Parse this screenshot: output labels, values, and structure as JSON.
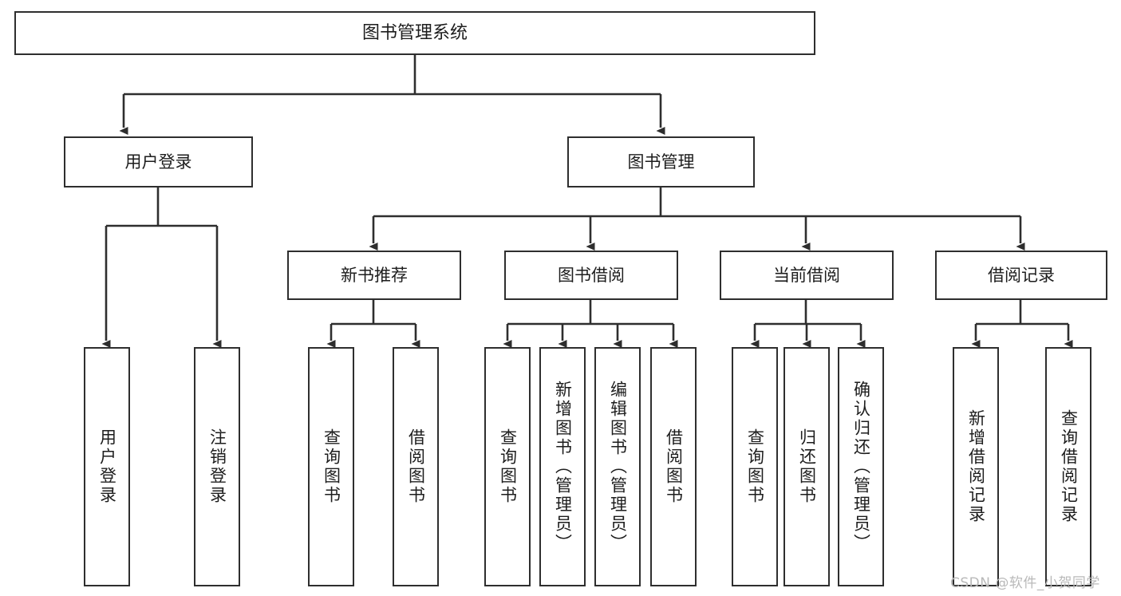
{
  "diagram": {
    "title": "图书管理系统",
    "type": "tree-hierarchy-chart",
    "watermark": "CSDN @软件_小贺同学",
    "colors": {
      "border": "#2e2e2e",
      "fill": "#ffffff",
      "text": "#1d1d1d",
      "watermark": "#b9b9b9"
    },
    "levels": {
      "root": {
        "label": "图书管理系统"
      },
      "level2": [
        {
          "id": "user-login",
          "label": "用户登录"
        },
        {
          "id": "book-manage",
          "label": "图书管理"
        }
      ],
      "level3": [
        {
          "id": "new-book-recommend",
          "label": "新书推荐"
        },
        {
          "id": "book-borrow",
          "label": "图书借阅"
        },
        {
          "id": "current-borrow",
          "label": "当前借阅"
        },
        {
          "id": "borrow-record",
          "label": "借阅记录"
        }
      ],
      "leaves": [
        {
          "id": "leaf-user-login",
          "label": "用户登录",
          "parent": "user-login"
        },
        {
          "id": "leaf-logout",
          "label": "注销登录",
          "parent": "user-login"
        },
        {
          "id": "leaf-query-book-1",
          "label": "查询图书",
          "parent": "new-book-recommend"
        },
        {
          "id": "leaf-borrow-book-1",
          "label": "借阅图书",
          "parent": "new-book-recommend"
        },
        {
          "id": "leaf-query-book-2",
          "label": "查询图书",
          "parent": "book-borrow"
        },
        {
          "id": "leaf-add-book",
          "label": "新增图书（管理员）",
          "parent": "book-borrow"
        },
        {
          "id": "leaf-edit-book",
          "label": "编辑图书（管理员）",
          "parent": "book-borrow"
        },
        {
          "id": "leaf-borrow-book-2",
          "label": "借阅图书",
          "parent": "book-borrow"
        },
        {
          "id": "leaf-query-book-3",
          "label": "查询图书",
          "parent": "current-borrow"
        },
        {
          "id": "leaf-return-book",
          "label": "归还图书",
          "parent": "current-borrow"
        },
        {
          "id": "leaf-confirm-return",
          "label": "确认归还（管理员）",
          "parent": "current-borrow"
        },
        {
          "id": "leaf-add-record",
          "label": "新增借阅记录",
          "parent": "borrow-record"
        },
        {
          "id": "leaf-query-record",
          "label": "查询借阅记录",
          "parent": "borrow-record"
        }
      ]
    }
  }
}
